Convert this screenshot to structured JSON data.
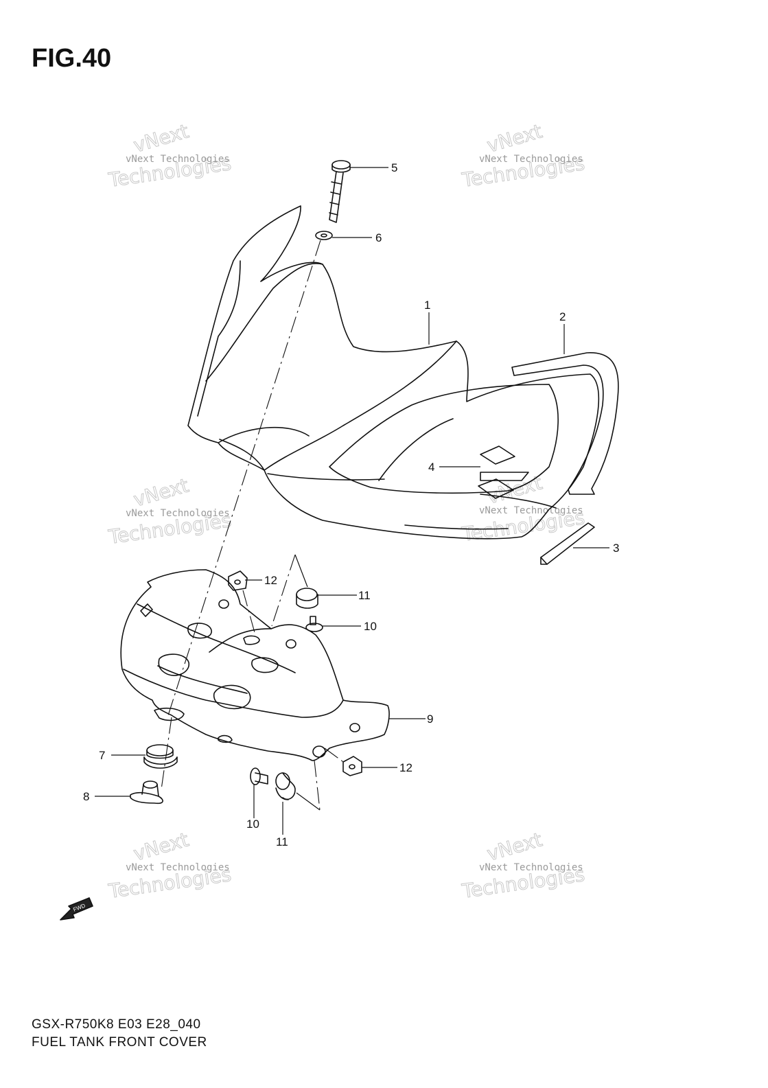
{
  "figure": {
    "title": "FIG.40"
  },
  "watermark": {
    "line1": "vNext Technologies",
    "line2": "Technologies",
    "arc": "vNext"
  },
  "callouts": [
    "1",
    "2",
    "3",
    "4",
    "5",
    "6",
    "7",
    "8",
    "9",
    "10",
    "10",
    "11",
    "11",
    "12",
    "12"
  ],
  "fwd_label": "FWD",
  "footer": {
    "code": "GSX-R750K8 E03 E28_040",
    "name": "FUEL TANK FRONT COVER"
  }
}
